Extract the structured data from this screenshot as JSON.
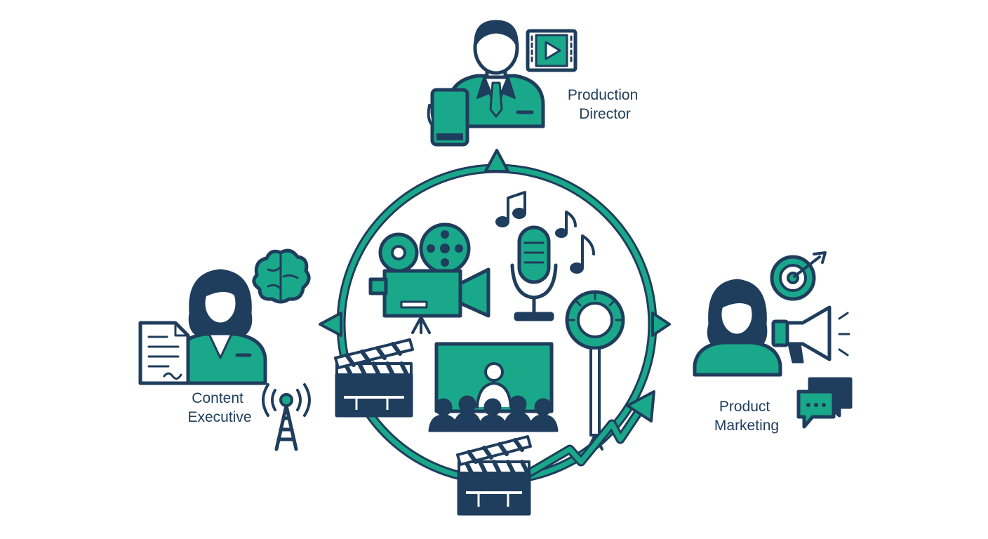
{
  "roles": [
    {
      "id": "production-director",
      "lines": [
        "Production",
        "Director"
      ]
    },
    {
      "id": "content-executive",
      "lines": [
        "Content",
        "Executive"
      ]
    },
    {
      "id": "product-marketing",
      "lines": [
        "Product",
        "Marketing"
      ]
    }
  ],
  "icons": {
    "director": [
      "avatar-man-icon",
      "tablet-icon",
      "video-player-icon"
    ],
    "content": [
      "avatar-woman-icon",
      "document-icon",
      "brain-icon",
      "broadcast-tower-icon"
    ],
    "marketing": [
      "avatar-woman-icon",
      "target-icon",
      "megaphone-icon",
      "chat-bubbles-icon"
    ],
    "hub": [
      "film-camera-icon",
      "microphone-icon",
      "music-note-icon",
      "clapperboard-icon",
      "audience-screen-icon",
      "studio-light-icon",
      "growth-arrow-icon"
    ]
  },
  "colors": {
    "navy": "#1f3d5c",
    "teal": "#1aa88a",
    "white": "#ffffff"
  }
}
